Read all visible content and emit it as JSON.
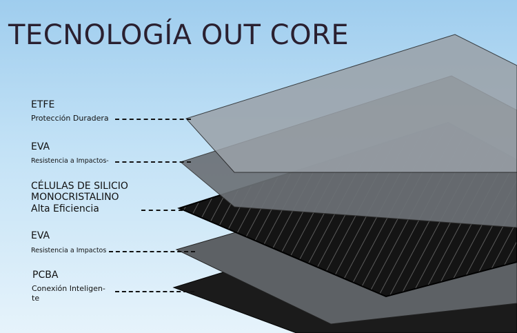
{
  "title": "TECNOLOGÍA OUT CORE",
  "layers": [
    {
      "name": "ETFE",
      "desc": "Protección Duradera"
    },
    {
      "name": "EVA",
      "desc": "Resistencia a Impactos-"
    },
    {
      "name_line1": "CÉLULAS DE SILICIO",
      "name_line2": "MONOCRISTALINO",
      "desc": "Alta Eficiencia"
    },
    {
      "name": "EVA",
      "desc": "Resistencia a Impactos"
    },
    {
      "name": "PCBA",
      "desc_line1": "Conexión Inteligen-",
      "desc_line2": "te"
    }
  ]
}
